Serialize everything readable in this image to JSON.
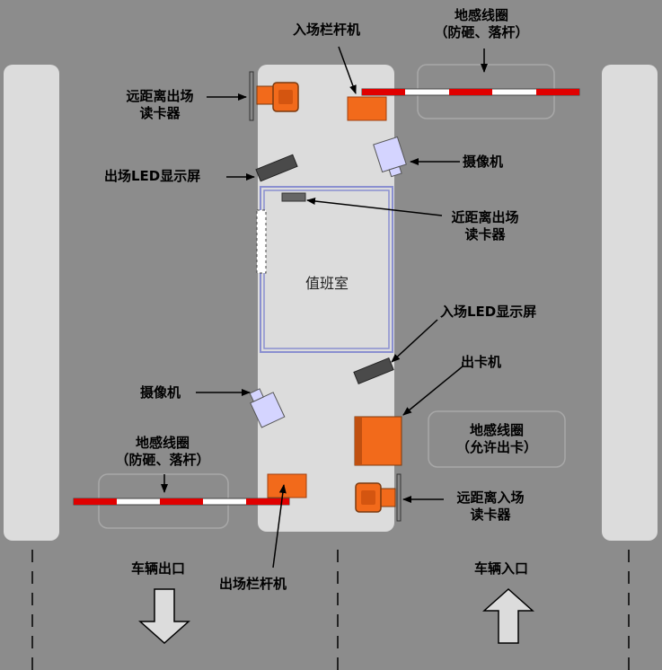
{
  "labels": {
    "entry_barrier": "入场栏杆机",
    "loop_top_l1": "地感线圈",
    "loop_top_l2": "（防砸、落杆）",
    "far_exit_reader_l1": "远距离出场",
    "far_exit_reader_l2": "读卡器",
    "exit_led": "出场LED显示屏",
    "camera_top": "摄像机",
    "near_exit_reader_l1": "近距离出场",
    "near_exit_reader_l2": "读卡器",
    "duty_room": "值班室",
    "entry_led": "入场LED显示屏",
    "card_dispenser": "出卡机",
    "camera_bottom": "摄像机",
    "loop_bottom_l1": "地感线圈",
    "loop_bottom_l2": "（防砸、落杆）",
    "loop_right_l1": "地感线圈",
    "loop_right_l2": "（允许出卡）",
    "far_entry_reader_l1": "远距离入场",
    "far_entry_reader_l2": "读卡器",
    "exit_barrier": "出场栏杆机",
    "vehicle_exit": "车辆出口",
    "vehicle_entry": "车辆入口"
  },
  "colors": {
    "background": "#8c8c8c",
    "island": "#dcdcdc",
    "room_border": "#8a8fd0",
    "device_orange": "#f26a1b",
    "barrier_red": "#e00000",
    "camera_fill": "#d4d4ff"
  }
}
